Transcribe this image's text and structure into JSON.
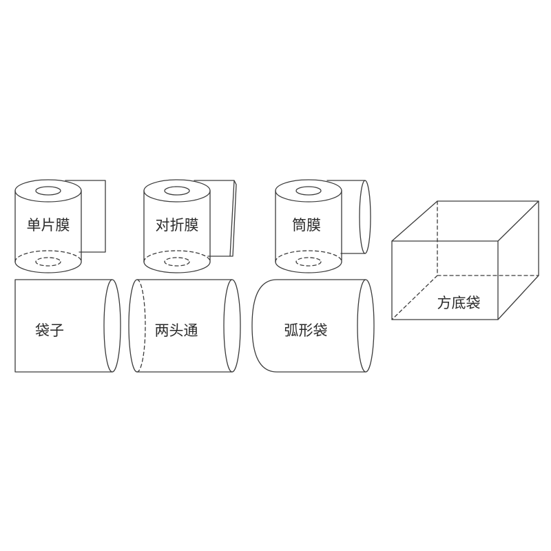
{
  "labels": {
    "single_film": "单片膜",
    "folded_film": "对折膜",
    "tube_film": "筒膜",
    "square_bottom_bag": "方底袋",
    "bag": "袋子",
    "open_both_ends": "两头通",
    "arc_bag": "弧形袋"
  },
  "colors": {
    "line": "#3a3a3a",
    "text": "#2a2a2a",
    "background": "#ffffff"
  }
}
